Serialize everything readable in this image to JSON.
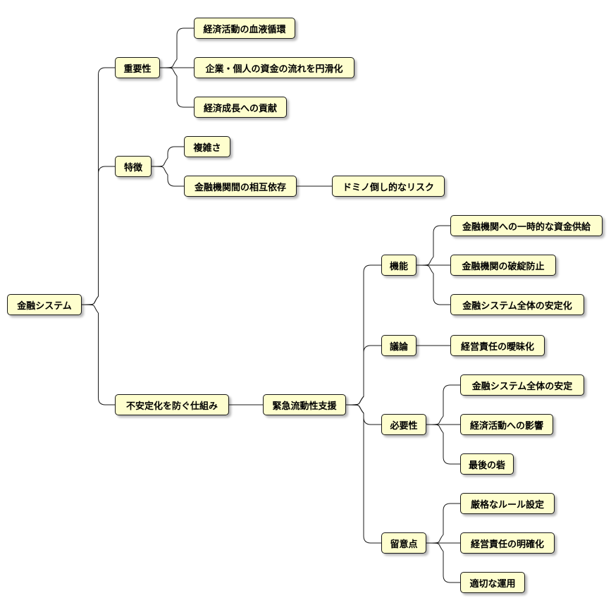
{
  "mindmap": {
    "root": "金融システム",
    "importance": {
      "label": "重要性",
      "items": [
        "経済活動の血液循環",
        "企業・個人の資金の流れを円滑化",
        "経済成長への貢献"
      ]
    },
    "features": {
      "label": "特徴",
      "complexity": "複雑さ",
      "interdependence": "金融機関間の相互依存",
      "domino_risk": "ドミノ倒し的なリスク"
    },
    "prevention": {
      "label": "不安定化を防ぐ仕組み",
      "support": "緊急流動性支援",
      "functions": {
        "label": "機能",
        "items": [
          "金融機関への一時的な資金供給",
          "金融機関の破綻防止",
          "金融システム全体の安定化"
        ]
      },
      "debate": {
        "label": "議論",
        "items": [
          "経営責任の曖昧化"
        ]
      },
      "necessity": {
        "label": "必要性",
        "items": [
          "金融システム全体の安定",
          "経済活動への影響",
          "最後の砦"
        ]
      },
      "cautions": {
        "label": "留意点",
        "items": [
          "厳格なルール設定",
          "経営責任の明確化",
          "適切な運用"
        ]
      }
    }
  },
  "colors": {
    "node_fill": "#fefece",
    "node_border": "#181818",
    "line": "#181818"
  }
}
